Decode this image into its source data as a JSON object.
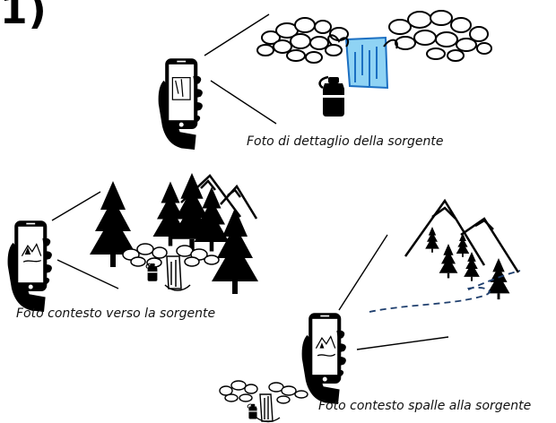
{
  "figure": {
    "heading": "1)",
    "captions": {
      "detail": "Foto di dettaglio della sorgente",
      "toward": "Foto contesto verso la sorgente",
      "back": "Foto contesto spalle alla sorgente"
    }
  },
  "colors": {
    "ink": "#000000",
    "water": "#8fd3f4",
    "water_stroke": "#1b6fc2",
    "dashed_path": "#1f3f6e"
  },
  "icons": [
    "phone-hand-icon",
    "water-bottle-icon",
    "waterfall-icon",
    "rocks-icon",
    "pine-tree-icon",
    "mountain-icon"
  ]
}
